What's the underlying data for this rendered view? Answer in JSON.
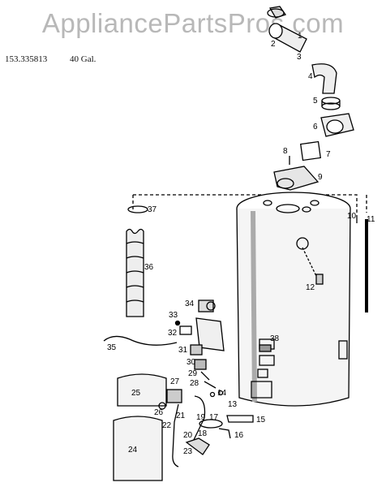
{
  "watermark": "AppliancePartsPros.com",
  "model": "153.335813",
  "capacity": "40 Gal.",
  "part_labels": {
    "p1": "1",
    "p2": "2",
    "p3": "3",
    "p4": "4",
    "p5": "5",
    "p6": "6",
    "p7": "7",
    "p8": "8",
    "p9": "9",
    "p10": "10",
    "p11": "11",
    "p12": "12",
    "p13": "13",
    "p14": "14",
    "p15": "15",
    "p16": "16",
    "p17": "17",
    "p18": "18",
    "p19": "19",
    "p20": "20",
    "p21": "21",
    "p22": "22",
    "p23": "23",
    "p24": "24",
    "p25": "25",
    "p26": "26",
    "p27": "27",
    "p28": "28",
    "p29": "29",
    "p30": "30",
    "p31": "31",
    "p32": "32",
    "p33": "33",
    "p34": "34",
    "p35": "35",
    "p36": "36",
    "p37": "37",
    "p38": "38"
  }
}
